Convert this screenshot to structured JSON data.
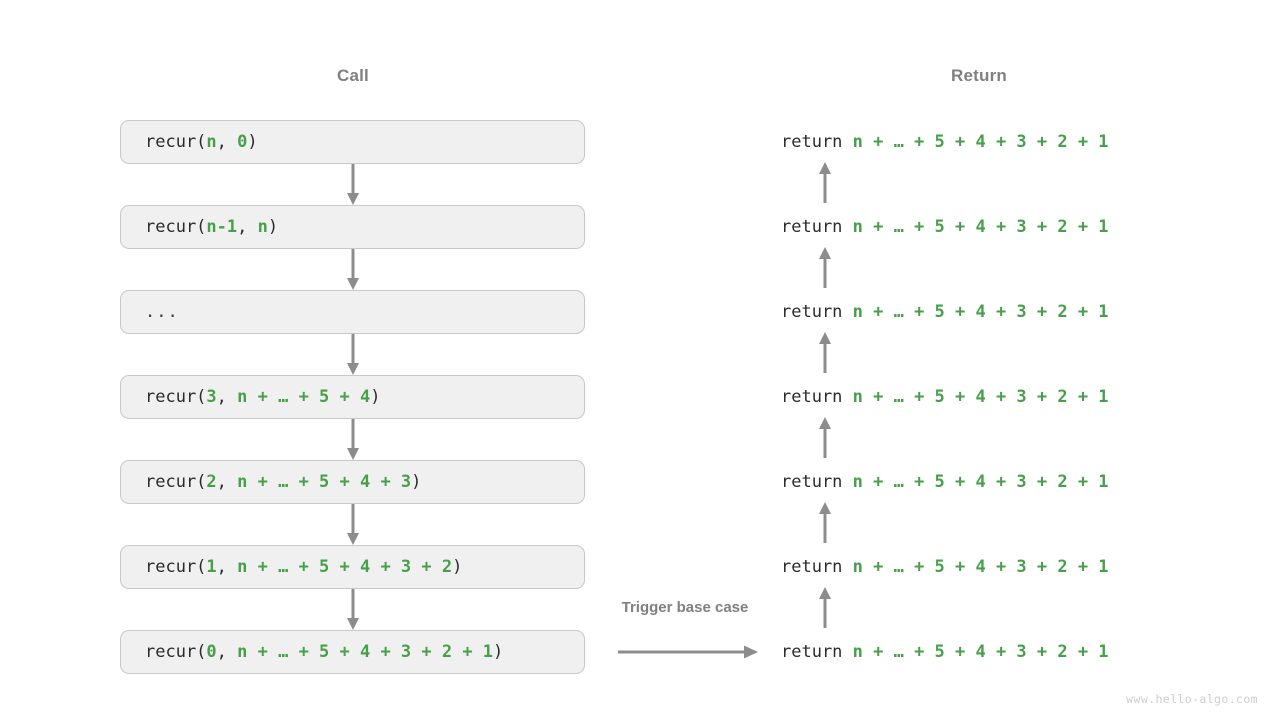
{
  "headings": {
    "call": "Call",
    "return": "Return"
  },
  "colors": {
    "accent_green": "#479f4a",
    "text_dark": "#2b2b2b",
    "muted_gray": "#808080",
    "box_fill": "#f0f0f0",
    "box_border": "#c8c8c8",
    "arrow": "#8c8c8c",
    "watermark": "#cfcfcf"
  },
  "call_stack": [
    {
      "prefix": "recur(",
      "arg1": "n",
      "sep": ", ",
      "arg2": "0",
      "suffix": ")",
      "is_ellipsis": false
    },
    {
      "prefix": "recur(",
      "arg1": "n-1",
      "sep": ", ",
      "arg2": "n",
      "suffix": ")",
      "is_ellipsis": false
    },
    {
      "prefix": "",
      "arg1": "",
      "sep": "",
      "arg2": "",
      "suffix": "",
      "is_ellipsis": true,
      "ellipsis": "..."
    },
    {
      "prefix": "recur(",
      "arg1": "3",
      "sep": ", ",
      "arg2": "n + … + 5 + 4",
      "suffix": ")",
      "is_ellipsis": false
    },
    {
      "prefix": "recur(",
      "arg1": "2",
      "sep": ", ",
      "arg2": "n + … + 5 + 4 + 3",
      "suffix": ")",
      "is_ellipsis": false
    },
    {
      "prefix": "recur(",
      "arg1": "1",
      "sep": ", ",
      "arg2": "n + … + 5 + 4 + 3 + 2",
      "suffix": ")",
      "is_ellipsis": false
    },
    {
      "prefix": "recur(",
      "arg1": "0",
      "sep": ", ",
      "arg2": "n + … + 5 + 4 + 3 + 2 + 1",
      "suffix": ")",
      "is_ellipsis": false
    }
  ],
  "return_stack": [
    {
      "keyword": "return ",
      "expr": "n + … + 5 + 4 + 3 + 2 + 1"
    },
    {
      "keyword": "return ",
      "expr": "n + … + 5 + 4 + 3 + 2 + 1"
    },
    {
      "keyword": "return ",
      "expr": "n + … + 5 + 4 + 3 + 2 + 1"
    },
    {
      "keyword": "return ",
      "expr": "n + … + 5 + 4 + 3 + 2 + 1"
    },
    {
      "keyword": "return ",
      "expr": "n + … + 5 + 4 + 3 + 2 + 1"
    },
    {
      "keyword": "return ",
      "expr": "n + … + 5 + 4 + 3 + 2 + 1"
    },
    {
      "keyword": "return ",
      "expr": "n + … + 5 + 4 + 3 + 2 + 1"
    }
  ],
  "trigger": {
    "label": "Trigger base case"
  },
  "watermark": "www.hello-algo.com"
}
